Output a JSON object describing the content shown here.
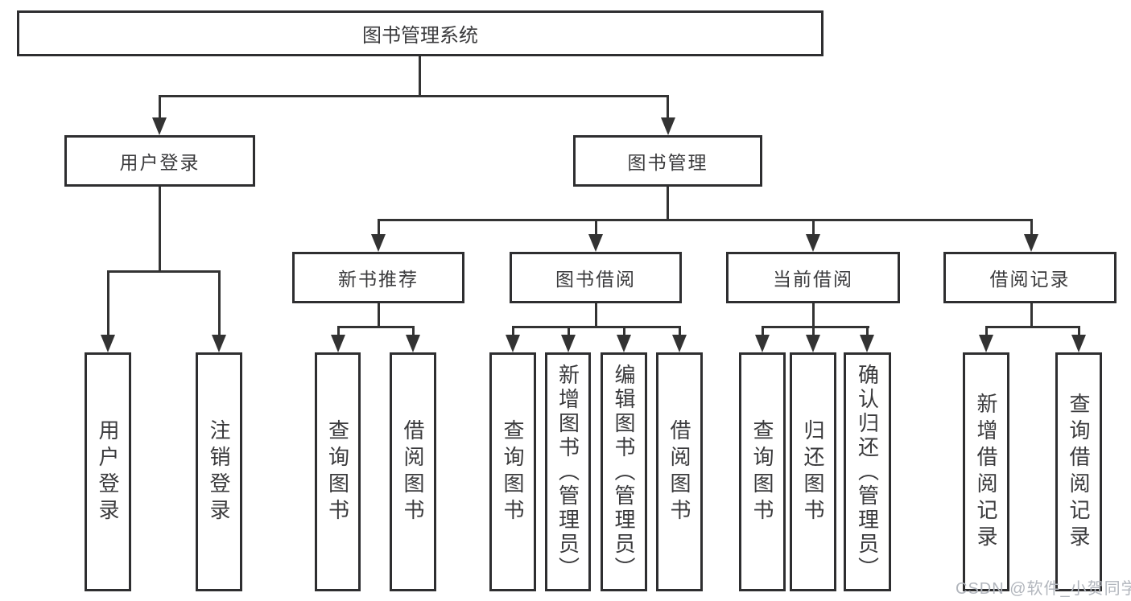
{
  "diagram": {
    "root": {
      "label": "图书管理系统"
    },
    "level2": [
      {
        "label": "用户登录"
      },
      {
        "label": "图书管理"
      }
    ],
    "level3": [
      {
        "label": "新书推荐"
      },
      {
        "label": "图书借阅"
      },
      {
        "label": "当前借阅"
      },
      {
        "label": "借阅记录"
      }
    ],
    "leaves": [
      {
        "label": "用户登录"
      },
      {
        "label": "注销登录"
      },
      {
        "label": "查询图书"
      },
      {
        "label": "借阅图书"
      },
      {
        "label": "查询图书"
      },
      {
        "label": "新增图书（管理员）"
      },
      {
        "label": "编辑图书（管理员）"
      },
      {
        "label": "借阅图书"
      },
      {
        "label": "查询图书"
      },
      {
        "label": "归还图书"
      },
      {
        "label": "确认归还（管理员）"
      },
      {
        "label": "新增借阅记录"
      },
      {
        "label": "查询借阅记录"
      }
    ],
    "watermark": "CSDN @软件_小贺同学",
    "colors": {
      "border": "#2e2e30",
      "text": "#3a3a3c",
      "line": "#333333",
      "watermark": "#b2b6bd",
      "background": "#ffffff"
    }
  }
}
